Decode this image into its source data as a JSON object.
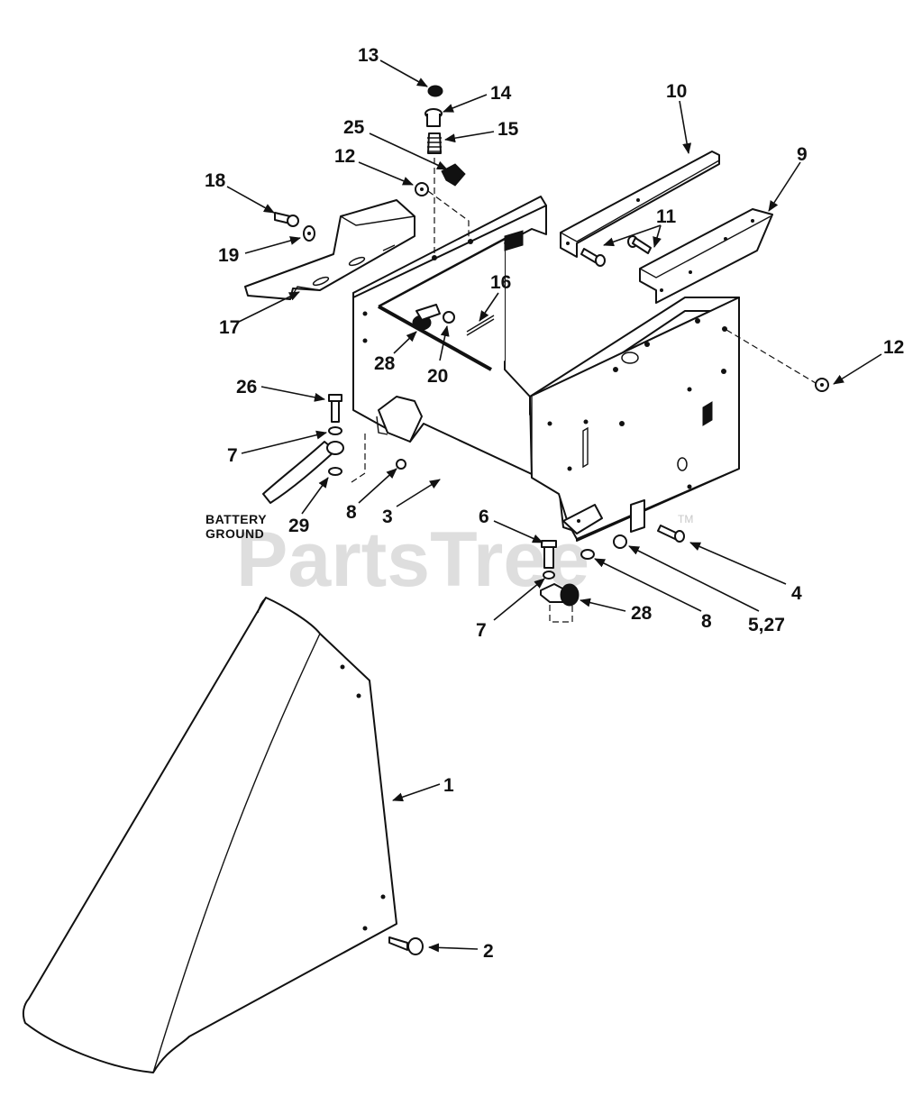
{
  "watermark": {
    "text": "PartsTree",
    "tm": "TM"
  },
  "notes": {
    "battery_ground_line1": "BATTERY",
    "battery_ground_line2": "GROUND"
  },
  "callouts": [
    {
      "id": "c13",
      "label": "13"
    },
    {
      "id": "c14",
      "label": "14"
    },
    {
      "id": "c25",
      "label": "25"
    },
    {
      "id": "c15",
      "label": "15"
    },
    {
      "id": "c12a",
      "label": "12"
    },
    {
      "id": "c18",
      "label": "18"
    },
    {
      "id": "c19",
      "label": "19"
    },
    {
      "id": "c17",
      "label": "17"
    },
    {
      "id": "c10",
      "label": "10"
    },
    {
      "id": "c9",
      "label": "9"
    },
    {
      "id": "c11",
      "label": "11"
    },
    {
      "id": "c16",
      "label": "16"
    },
    {
      "id": "c28a",
      "label": "28"
    },
    {
      "id": "c20",
      "label": "20"
    },
    {
      "id": "c12b",
      "label": "12"
    },
    {
      "id": "c26",
      "label": "26"
    },
    {
      "id": "c7a",
      "label": "7"
    },
    {
      "id": "c8a",
      "label": "8"
    },
    {
      "id": "c29",
      "label": "29"
    },
    {
      "id": "c3",
      "label": "3"
    },
    {
      "id": "c6",
      "label": "6"
    },
    {
      "id": "c4",
      "label": "4"
    },
    {
      "id": "c28b",
      "label": "28"
    },
    {
      "id": "c8b",
      "label": "8"
    },
    {
      "id": "c527",
      "label": "5,27"
    },
    {
      "id": "c7b",
      "label": "7"
    },
    {
      "id": "c1",
      "label": "1"
    },
    {
      "id": "c2",
      "label": "2"
    }
  ]
}
